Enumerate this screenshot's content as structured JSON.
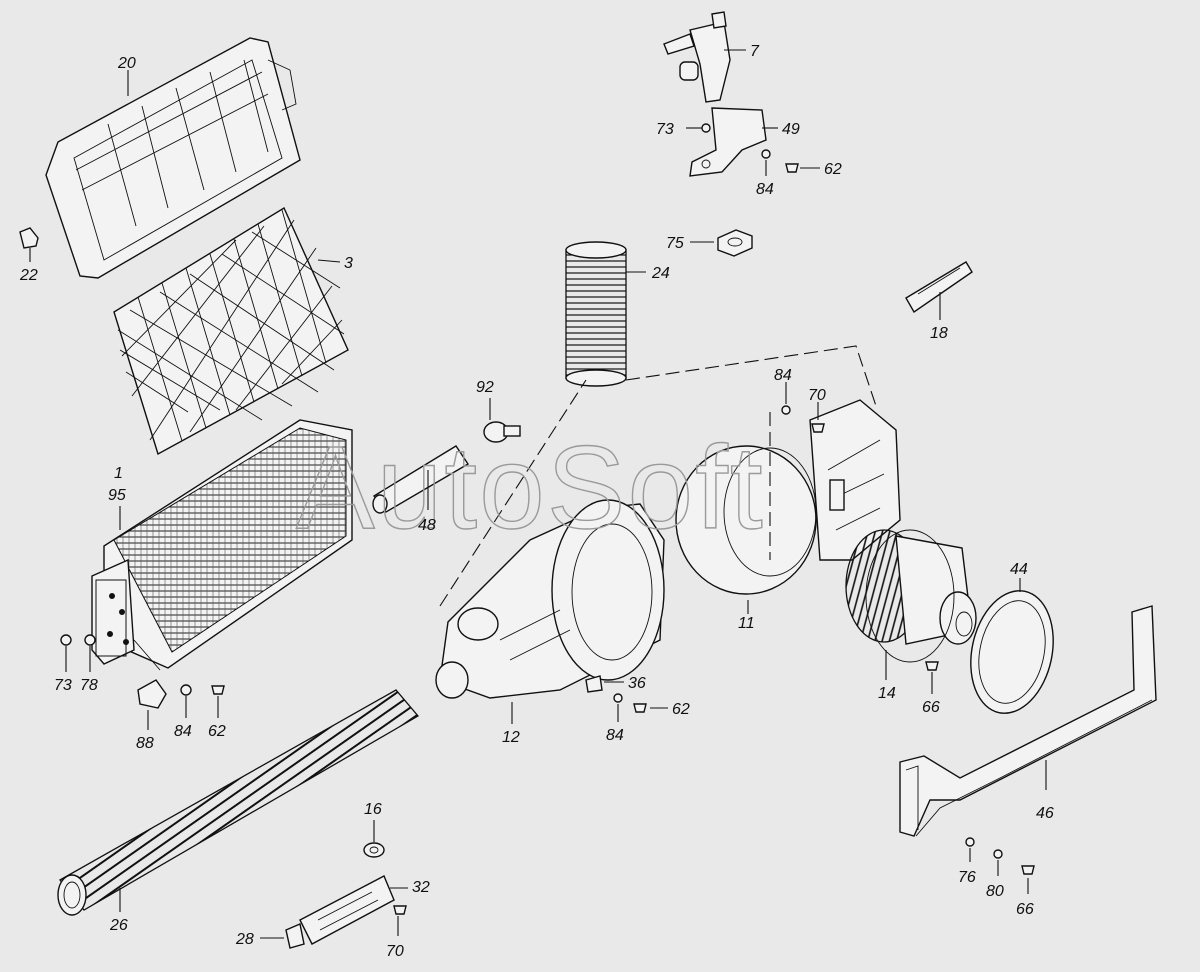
{
  "watermark": "AutoSoft",
  "callouts": [
    {
      "id": "20",
      "text": "20"
    },
    {
      "id": "22",
      "text": "22"
    },
    {
      "id": "3",
      "text": "3"
    },
    {
      "id": "7",
      "text": "7"
    },
    {
      "id": "73a",
      "text": "73"
    },
    {
      "id": "49",
      "text": "49"
    },
    {
      "id": "84a",
      "text": "84"
    },
    {
      "id": "62a",
      "text": "62"
    },
    {
      "id": "75",
      "text": "75"
    },
    {
      "id": "24",
      "text": "24"
    },
    {
      "id": "18",
      "text": "18"
    },
    {
      "id": "92",
      "text": "92"
    },
    {
      "id": "84b",
      "text": "84"
    },
    {
      "id": "70a",
      "text": "70"
    },
    {
      "id": "1",
      "text": "1"
    },
    {
      "id": "95",
      "text": "95"
    },
    {
      "id": "48",
      "text": "48"
    },
    {
      "id": "11",
      "text": "11"
    },
    {
      "id": "44",
      "text": "44"
    },
    {
      "id": "73b",
      "text": "73"
    },
    {
      "id": "78",
      "text": "78"
    },
    {
      "id": "36",
      "text": "36"
    },
    {
      "id": "62b",
      "text": "62"
    },
    {
      "id": "84c",
      "text": "84"
    },
    {
      "id": "14",
      "text": "14"
    },
    {
      "id": "66a",
      "text": "66"
    },
    {
      "id": "88",
      "text": "88"
    },
    {
      "id": "84d",
      "text": "84"
    },
    {
      "id": "62c",
      "text": "62"
    },
    {
      "id": "12",
      "text": "12"
    },
    {
      "id": "46",
      "text": "46"
    },
    {
      "id": "16",
      "text": "16"
    },
    {
      "id": "32",
      "text": "32"
    },
    {
      "id": "26",
      "text": "26"
    },
    {
      "id": "28",
      "text": "28"
    },
    {
      "id": "70b",
      "text": "70"
    },
    {
      "id": "76",
      "text": "76"
    },
    {
      "id": "80",
      "text": "80"
    },
    {
      "id": "66b",
      "text": "66"
    }
  ]
}
